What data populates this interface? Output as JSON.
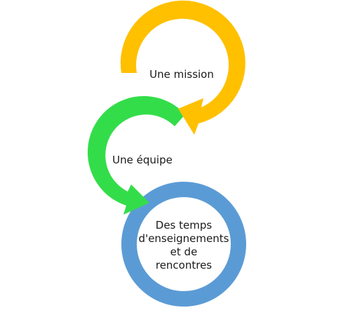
{
  "diagram": {
    "nodes": [
      {
        "id": "mission",
        "label": "Une mission",
        "color": "#FFC000"
      },
      {
        "id": "equipe",
        "label": "Une équipe",
        "color": "#33DD4A"
      },
      {
        "id": "temps",
        "label_lines": [
          "Des temps",
          "d'enseignements",
          "et de",
          "rencontres"
        ],
        "color": "#5B9BD5"
      }
    ]
  }
}
